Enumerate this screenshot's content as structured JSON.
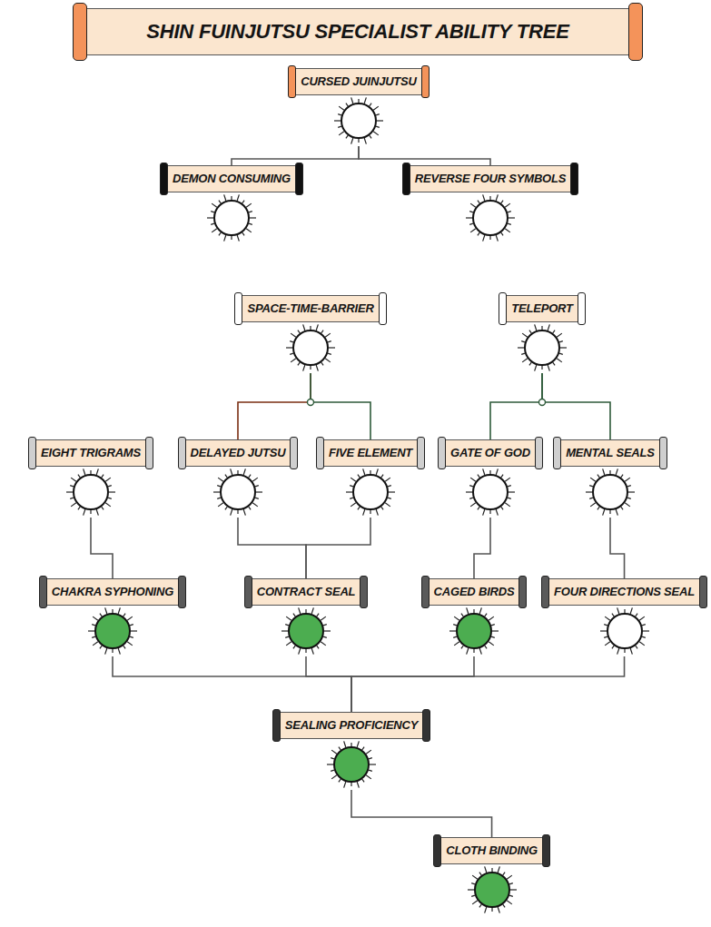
{
  "diagram": {
    "title": "SHIN FUINJUTSU SPECIALIST ABILITY TREE",
    "nodes": [
      {
        "text": [
          "CURSED JUINJUTSU"
        ]
      },
      {
        "text": [
          "DEMON CONSUMING"
        ]
      },
      {
        "text": [
          "REVERSE FOUR SYMBOLS"
        ]
      },
      {
        "text": [
          "SPACE-TIME-BARRIER"
        ]
      },
      {
        "text": [
          "TELEPORT"
        ]
      },
      {
        "text": [
          "EIGHT TRIGRAMS"
        ]
      },
      {
        "text": [
          "DELAYED JUTSU"
        ]
      },
      {
        "text": [
          "FIVE ELEMENT"
        ]
      },
      {
        "text": [
          "GATE OF GOD"
        ]
      },
      {
        "text": [
          "MENTAL SEALS"
        ]
      },
      {
        "text": [
          "CHAKRA SYPHONING"
        ]
      },
      {
        "text": [
          "CONTRACT SEAL"
        ]
      },
      {
        "text": [
          "CAGED BIRDS"
        ]
      },
      {
        "text": [
          "FOUR DIRECTIONS SEAL"
        ]
      },
      {
        "text": [
          "SEALING PROFICIENCY"
        ]
      },
      {
        "text": [
          "CLOTH BINDING"
        ]
      }
    ],
    "edges": [
      {
        "from": 0,
        "to": 1,
        "arrow": "none"
      },
      {
        "from": 0,
        "to": 2,
        "arrow": "none"
      },
      {
        "from": 3,
        "to": 6,
        "arrow": "none"
      },
      {
        "from": 3,
        "to": 7,
        "arrow": "none"
      },
      {
        "from": 4,
        "to": 8,
        "arrow": "none"
      },
      {
        "from": 4,
        "to": 9,
        "arrow": "none"
      },
      {
        "from": 5,
        "to": 10,
        "arrow": "none"
      },
      {
        "from": 6,
        "to": 11,
        "arrow": "none"
      },
      {
        "from": 7,
        "to": 11,
        "arrow": "none"
      },
      {
        "from": 8,
        "to": 12,
        "arrow": "none"
      },
      {
        "from": 9,
        "to": 13,
        "arrow": "none"
      },
      {
        "from": 10,
        "to": 14,
        "arrow": "none"
      },
      {
        "from": 11,
        "to": 14,
        "arrow": "none"
      },
      {
        "from": 12,
        "to": 14,
        "arrow": "none"
      },
      {
        "from": 13,
        "to": 14,
        "arrow": "none"
      },
      {
        "from": 14,
        "to": 15,
        "arrow": "none"
      }
    ]
  }
}
